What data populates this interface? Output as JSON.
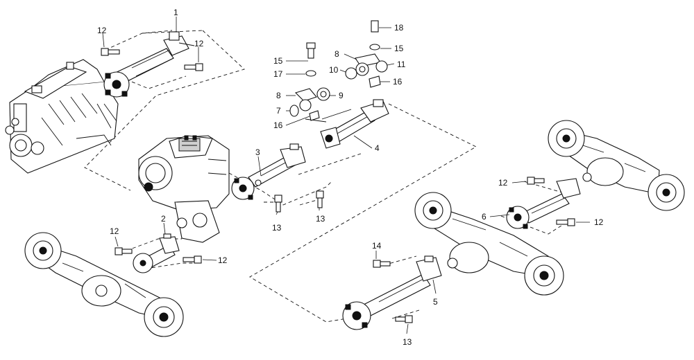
{
  "callouts": {
    "c1": "1",
    "c2": "2",
    "c3": "3",
    "c4": "4",
    "c5": "5",
    "c6": "6",
    "c7": "7",
    "c8a": "8",
    "c8b": "8",
    "c9": "9",
    "c10": "10",
    "c11": "11",
    "c12a": "12",
    "c12b": "12",
    "c12c": "12",
    "c12d": "12",
    "c12e": "12",
    "c12f": "12",
    "c13a": "13",
    "c13b": "13",
    "c13c": "13",
    "c14": "14",
    "c15a": "15",
    "c15b": "15",
    "c16a": "16",
    "c16b": "16",
    "c17": "17",
    "c18": "18"
  }
}
